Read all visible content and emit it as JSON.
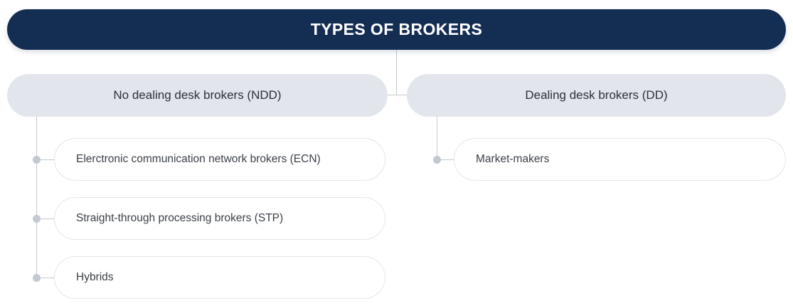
{
  "title": {
    "text": "TYPES OF BROKERS"
  },
  "colors": {
    "title_bar": "#142d52",
    "title_text": "#ffffff",
    "branch_pill": "#e2e6ec",
    "branch_text": "#2b3038",
    "leaf_fill": "#ffffff",
    "leaf_border": "#e3e5e9",
    "leaf_text": "#3a3f47",
    "connector": "#c4c8d0",
    "dot": "#c3c8d2"
  },
  "branches": [
    {
      "label": "No dealing desk brokers (NDD)",
      "items": [
        {
          "label": "Elerctronic communication network brokers (ECN)"
        },
        {
          "label": "Straight-through processing brokers (STP)"
        },
        {
          "label": "Hybrids"
        }
      ]
    },
    {
      "label": "Dealing desk brokers (DD)",
      "items": [
        {
          "label": "Market-makers"
        }
      ]
    }
  ]
}
